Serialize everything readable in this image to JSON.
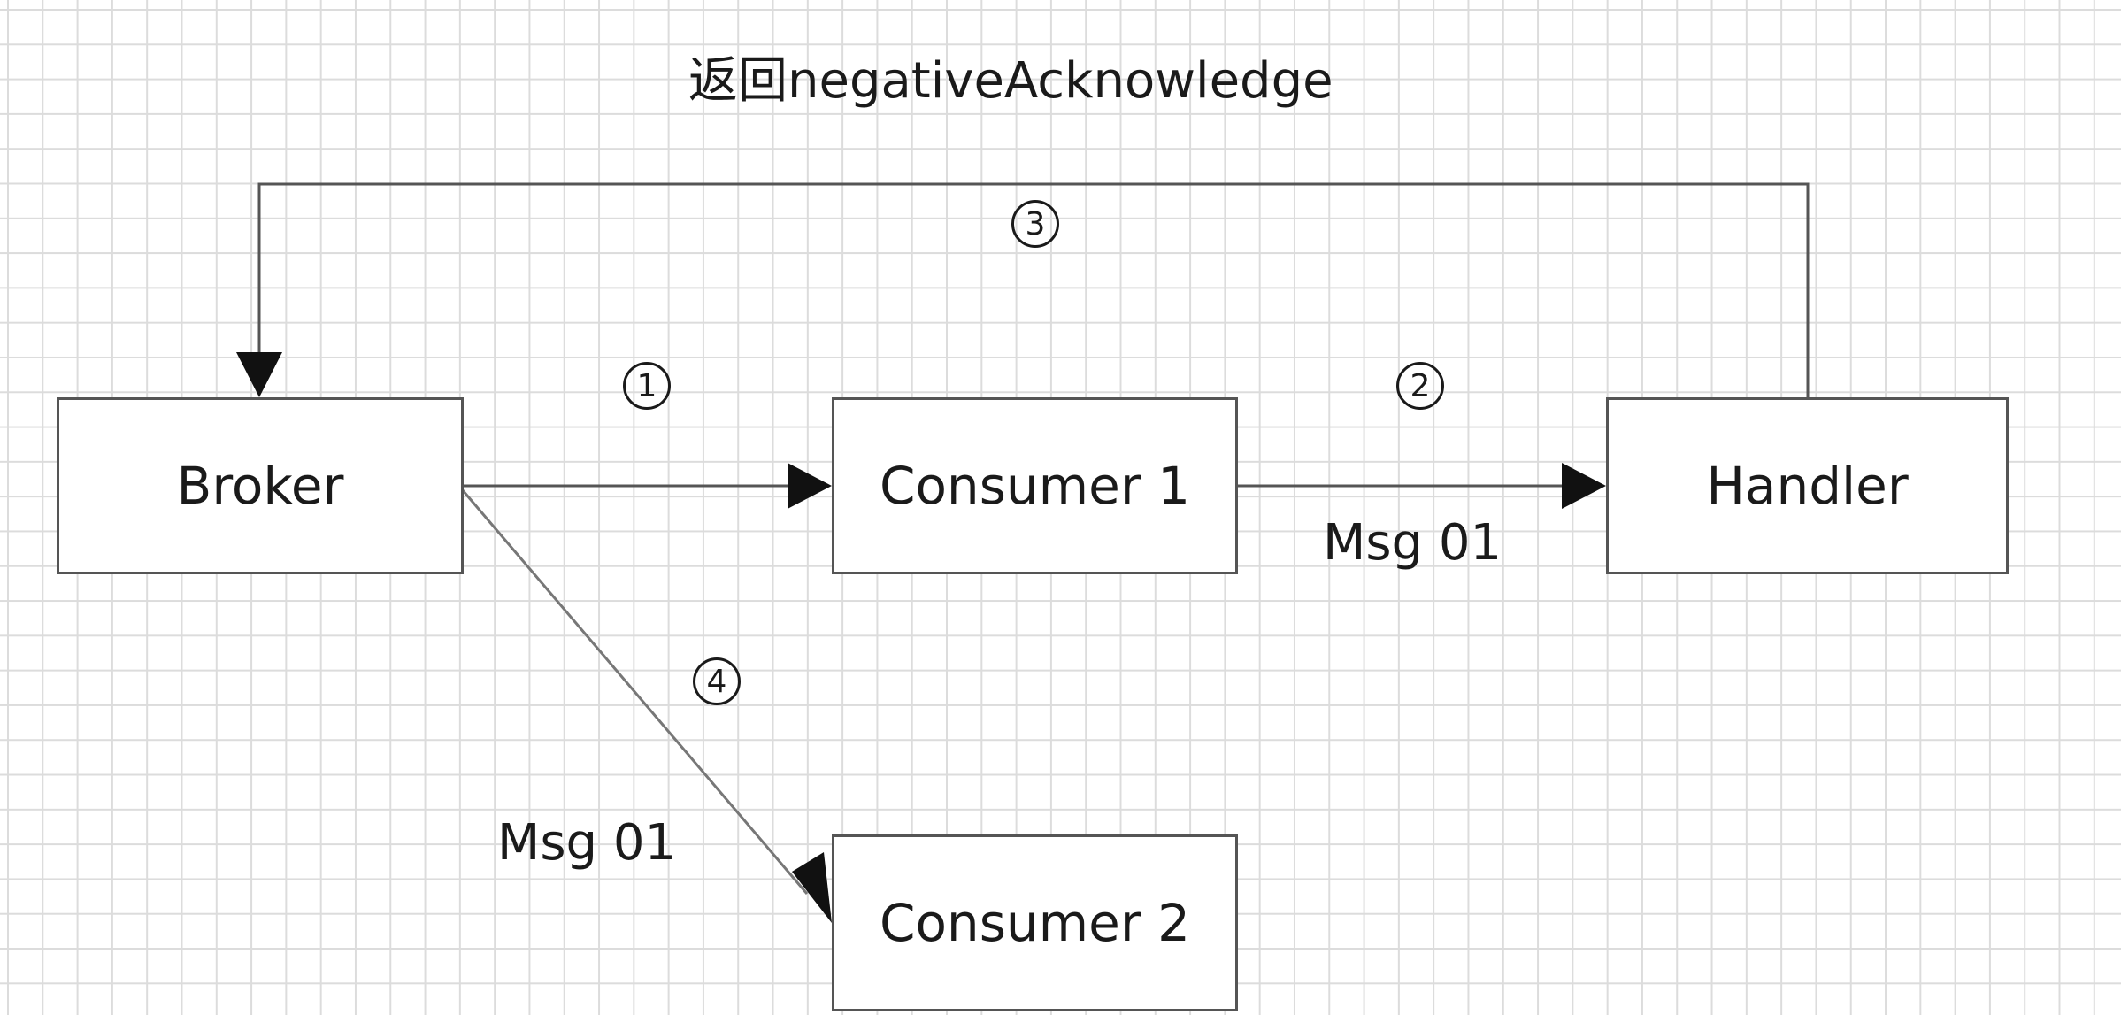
{
  "diagram": {
    "title": "返回negativeAcknowledge",
    "nodes": {
      "broker": "Broker",
      "consumer1": "Consumer 1",
      "handler": "Handler",
      "consumer2": "Consumer 2"
    },
    "edge_labels": {
      "step1": "1",
      "step2": "2",
      "step3": "3",
      "step4": "4",
      "msg_consumer1_handler": "Msg 01",
      "msg_broker_consumer2": "Msg 01"
    }
  }
}
